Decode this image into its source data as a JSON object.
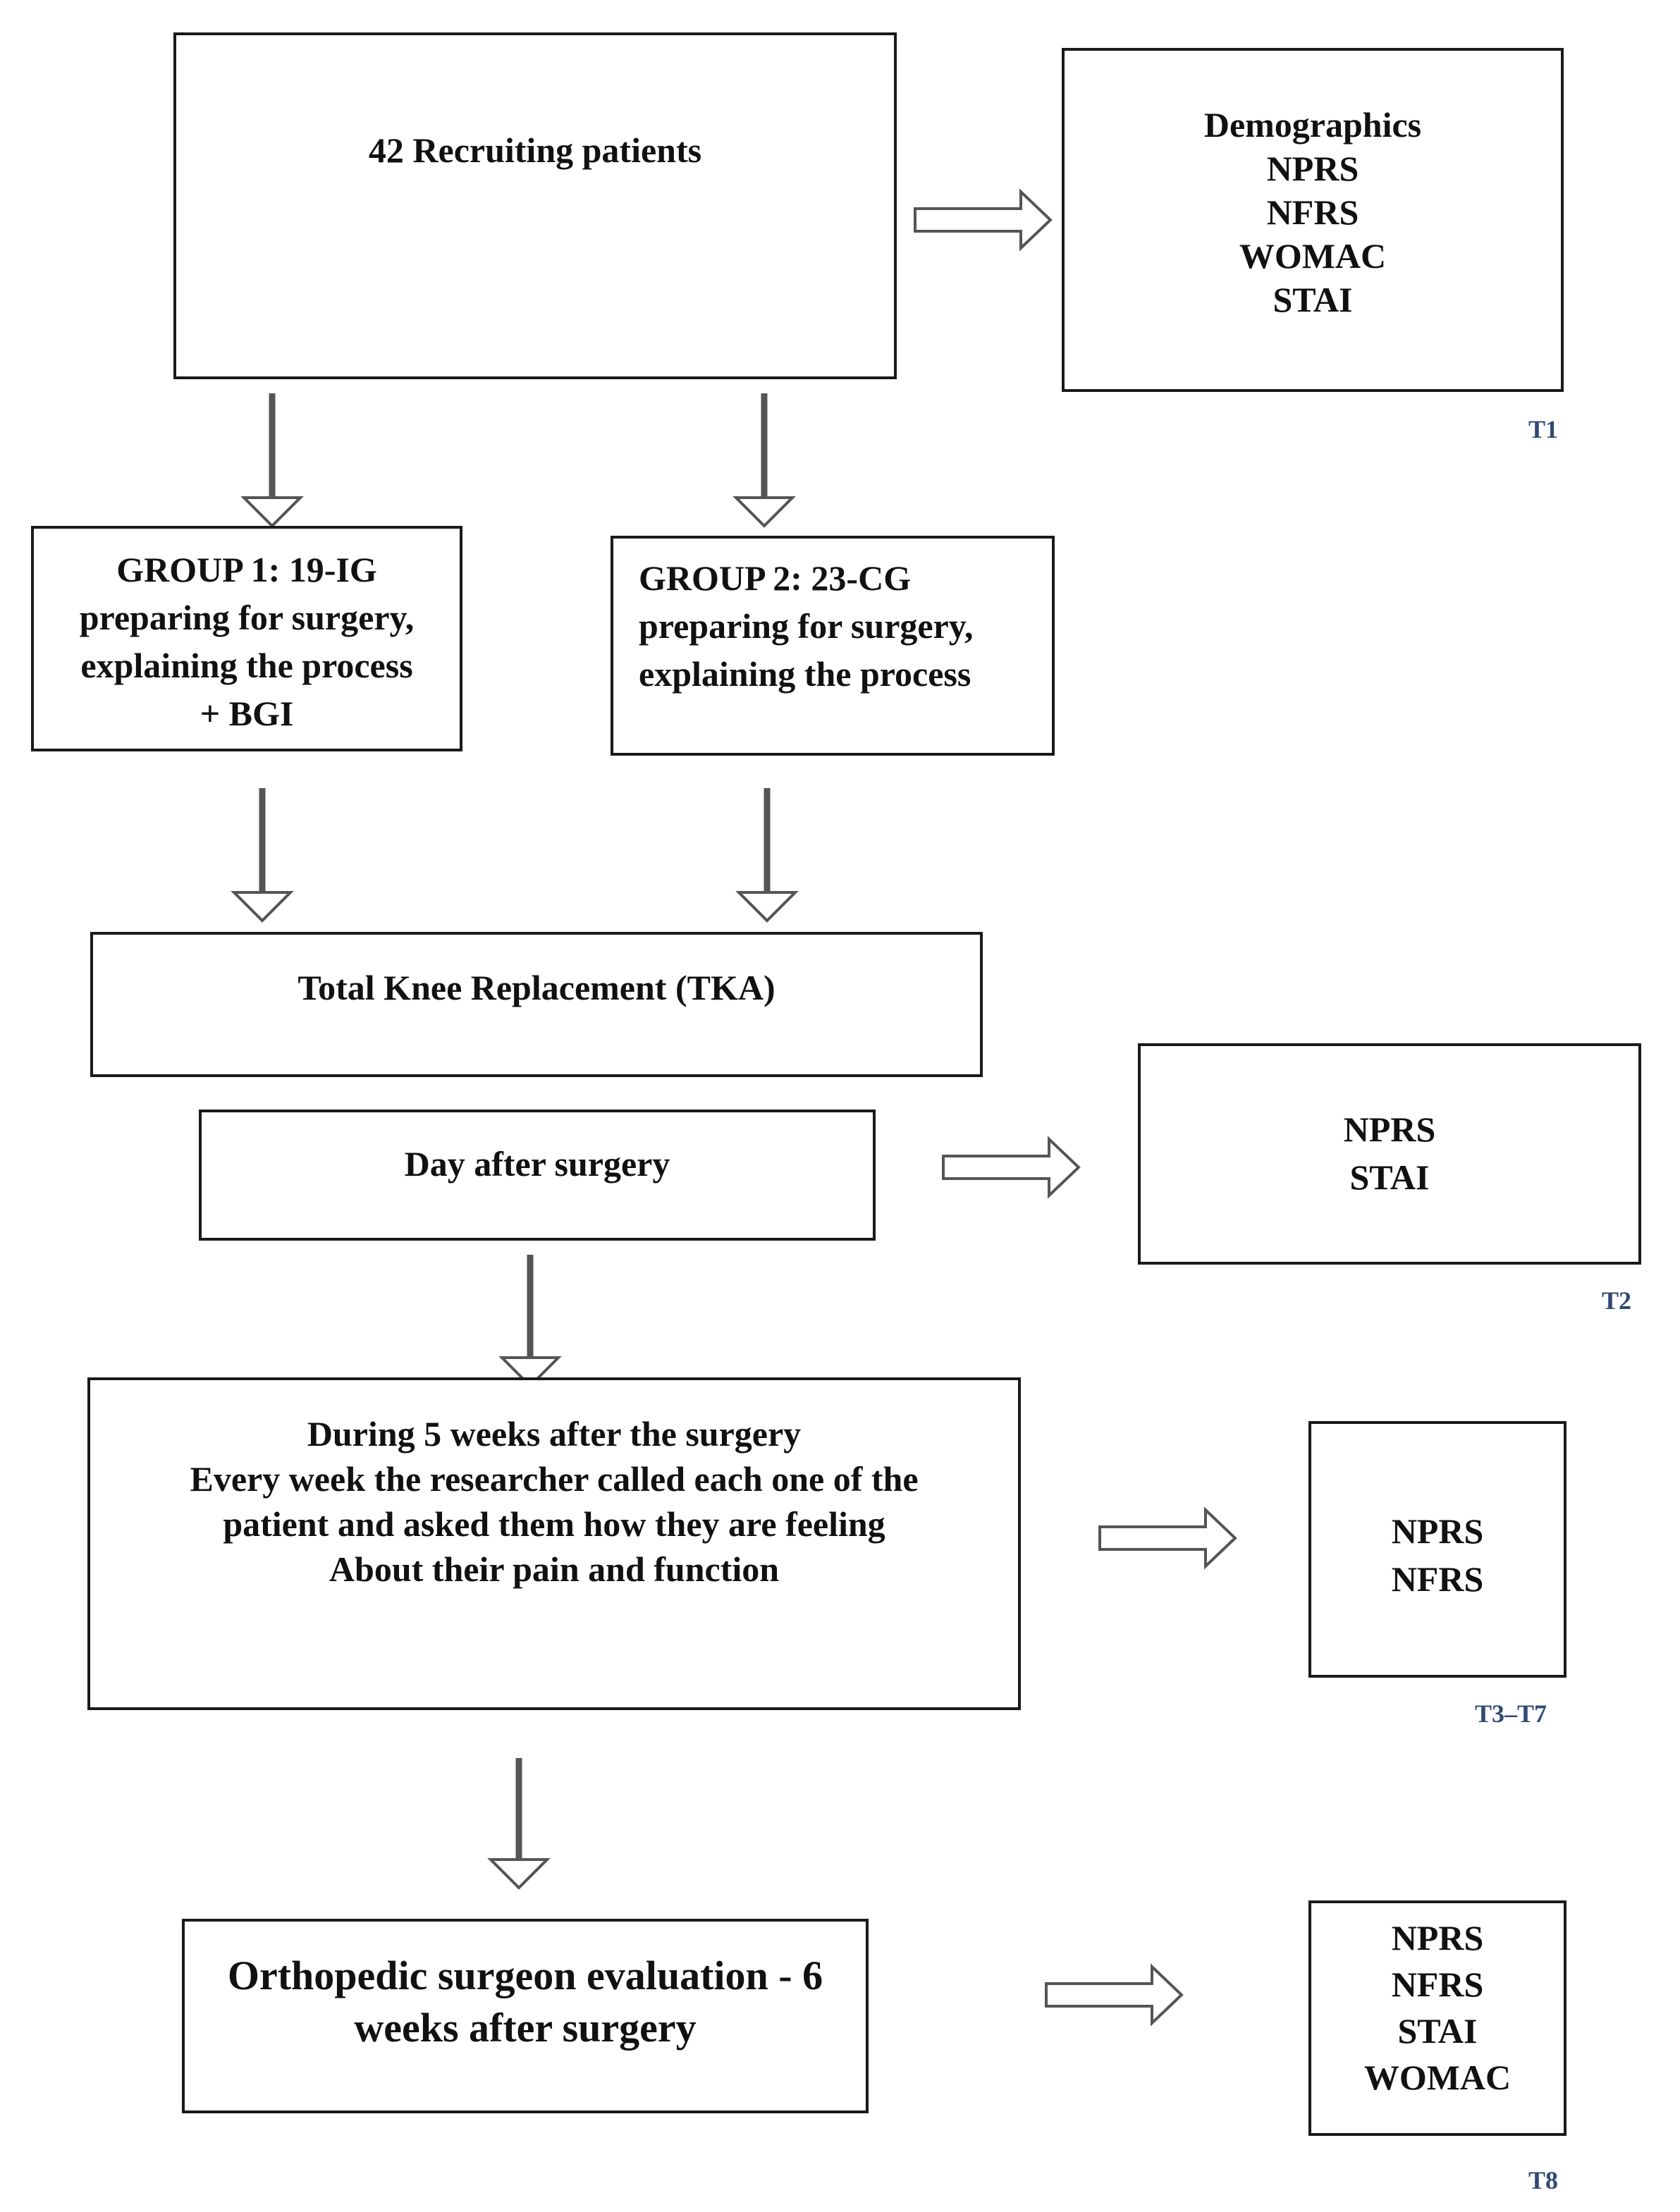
{
  "recruit": {
    "text": "42 Recruiting patients"
  },
  "baseline": {
    "lines": [
      "Demographics",
      "NPRS",
      "NFRS",
      "WOMAC",
      "STAI"
    ],
    "tag": "T1"
  },
  "group1": {
    "lines": [
      "GROUP 1: 19-IG",
      "preparing for surgery,",
      "explaining the process",
      "+ BGI"
    ]
  },
  "group2": {
    "lines": [
      "GROUP 2: 23-CG",
      "preparing for surgery,",
      "explaining the process"
    ]
  },
  "tka": {
    "text": "Total Knee Replacement (TKA)"
  },
  "day_after": {
    "text": "Day after surgery"
  },
  "day_after_measures": {
    "lines": [
      "NPRS",
      "STAI"
    ],
    "tag": "T2"
  },
  "five_weeks": {
    "lines": [
      "During 5 weeks after the surgery",
      "Every week the researcher called each one of the",
      "patient and asked them how they are feeling",
      "About their pain and function"
    ]
  },
  "five_weeks_measures": {
    "lines": [
      "NPRS",
      "NFRS"
    ],
    "tag": "T3–T7"
  },
  "ortho": {
    "lines": [
      "Orthopedic surgeon evaluation - 6",
      "weeks after surgery"
    ]
  },
  "final_measures": {
    "lines": [
      "NPRS",
      "NFRS",
      "STAI",
      "WOMAC"
    ],
    "tag": "T8"
  }
}
